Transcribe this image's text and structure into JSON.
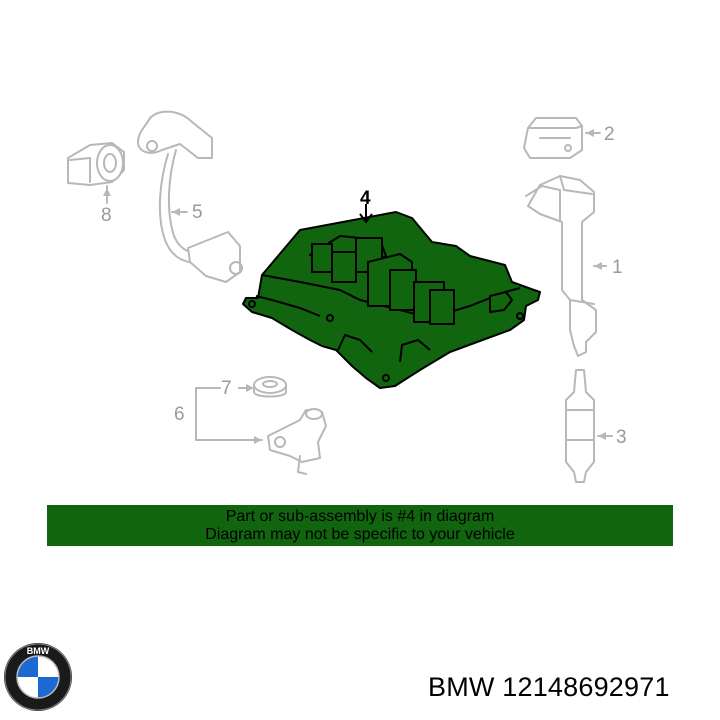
{
  "diagram": {
    "callouts": [
      {
        "id": "1",
        "label": "1"
      },
      {
        "id": "2",
        "label": "2"
      },
      {
        "id": "3",
        "label": "3"
      },
      {
        "id": "4",
        "label": "4"
      },
      {
        "id": "5",
        "label": "5"
      },
      {
        "id": "6",
        "label": "6"
      },
      {
        "id": "7",
        "label": "7"
      },
      {
        "id": "8",
        "label": "8"
      }
    ],
    "highlight_color": "#11650f"
  },
  "banner": {
    "line1": "Part or sub-assembly is #4 in diagram",
    "line2": "Diagram may not be specific to your vehicle",
    "color": "#11650f"
  },
  "brand": {
    "logo_letters": "BMW",
    "part_label": "BMW 12148692971"
  }
}
